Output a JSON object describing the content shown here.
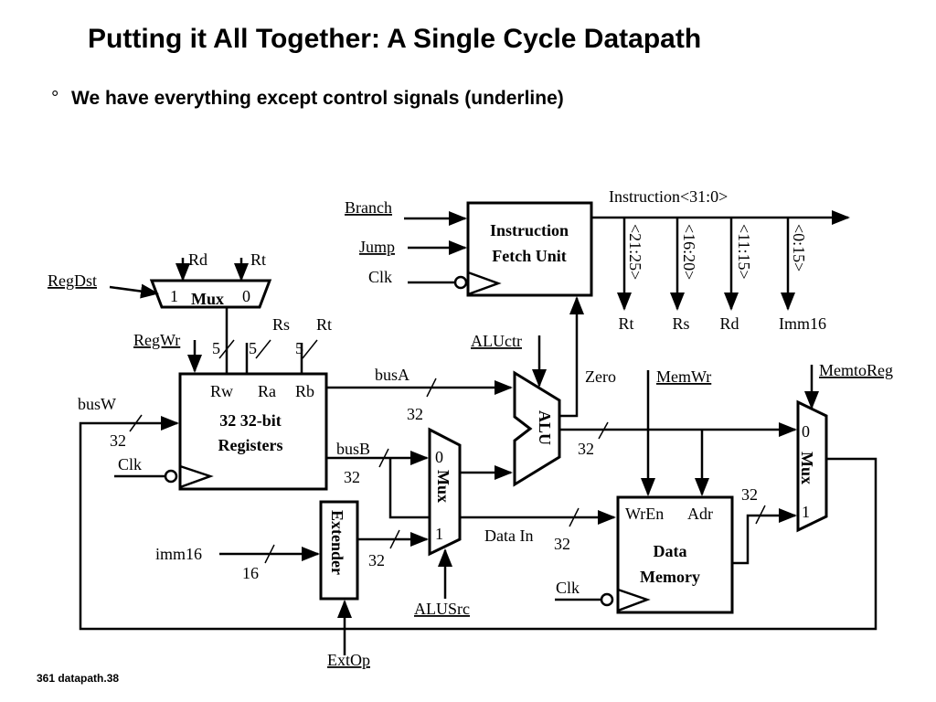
{
  "slide": {
    "title": "Putting it All Together: A Single Cycle Datapath",
    "bullet_mark": "°",
    "bullet": "We have everything except control signals (underline)",
    "footer": "361 datapath.38"
  },
  "control_signals": {
    "branch": "Branch",
    "jump": "Jump",
    "regdst": "RegDst",
    "regwr": "RegWr",
    "aluctr": "ALUctr",
    "memwr": "MemWr",
    "memtoreg": "MemtoReg",
    "alusrc": "ALUSrc",
    "extop": "ExtOp"
  },
  "fetch_unit": {
    "label_line1": "Instruction",
    "label_line2": "Fetch Unit",
    "clk": "Clk",
    "output": "Instruction<31:0>",
    "fields": [
      {
        "bits": "<21:25>",
        "name": "Rt"
      },
      {
        "bits": "<16:20>",
        "name": "Rs"
      },
      {
        "bits": "<11:15>",
        "name": "Rd"
      },
      {
        "bits": "<0:15>",
        "name": "Imm16"
      }
    ]
  },
  "regdst_mux": {
    "label": "Mux",
    "in1": "1",
    "in0": "0",
    "input_rd": "Rd",
    "input_rt": "Rt"
  },
  "register_file": {
    "label_line1": "32 32-bit",
    "label_line2": "Registers",
    "port_rw": "Rw",
    "port_ra": "Ra",
    "port_rb": "Rb",
    "clk": "Clk",
    "input_rs": "Rs",
    "input_rt": "Rt",
    "width_rw": "5",
    "width_ra": "5",
    "width_rb": "5"
  },
  "buses": {
    "busw": "busW",
    "busw_width": "32",
    "busa": "busA",
    "busa_width": "32",
    "busb": "busB",
    "busb_width": "32",
    "imm16": "imm16",
    "imm16_width": "16",
    "ext_width": "32",
    "alu_out_width": "32",
    "data_in": "Data In",
    "data_in_width": "32",
    "mem_out_width": "32"
  },
  "alusrc_mux": {
    "label": "Mux",
    "in0": "0",
    "in1": "1"
  },
  "extender": {
    "label": "Extender"
  },
  "alu": {
    "label": "ALU",
    "zero": "Zero"
  },
  "data_memory": {
    "label_line1": "Data",
    "label_line2": "Memory",
    "port_wren": "WrEn",
    "port_adr": "Adr",
    "clk": "Clk"
  },
  "memtoreg_mux": {
    "label": "Mux",
    "in0": "0",
    "in1": "1"
  }
}
